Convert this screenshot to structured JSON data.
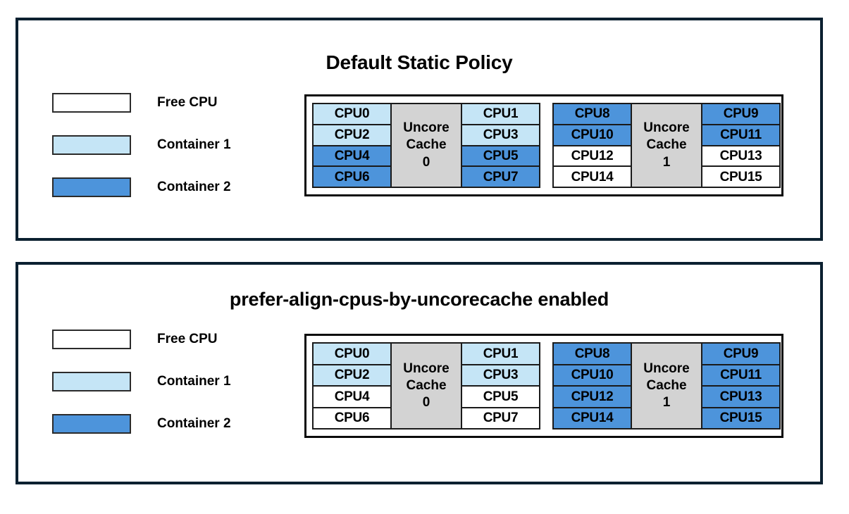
{
  "colors": {
    "free": "#ffffff",
    "container1": "#c5e5f6",
    "container2": "#4d94db",
    "uncore": "#d3d3d3",
    "panel_border": "#0b2030",
    "cell_border": "#1a1a1a",
    "text": "#000000"
  },
  "panels": [
    {
      "id": "default-static-policy",
      "title": "Default Static Policy",
      "legend": {
        "items": [
          {
            "label": "Free CPU",
            "fill": "free"
          },
          {
            "label": "Container 1",
            "fill": "container1"
          },
          {
            "label": "Container 2",
            "fill": "container2"
          }
        ]
      },
      "cache_groups": [
        {
          "uncore_label_line1": "Uncore",
          "uncore_label_line2": "Cache",
          "uncore_label_line3": "0",
          "left_column": [
            {
              "label": "CPU0",
              "fill": "container1"
            },
            {
              "label": "CPU2",
              "fill": "container1"
            },
            {
              "label": "CPU4",
              "fill": "container2"
            },
            {
              "label": "CPU6",
              "fill": "container2"
            }
          ],
          "right_column": [
            {
              "label": "CPU1",
              "fill": "container1"
            },
            {
              "label": "CPU3",
              "fill": "container1"
            },
            {
              "label": "CPU5",
              "fill": "container2"
            },
            {
              "label": "CPU7",
              "fill": "container2"
            }
          ]
        },
        {
          "uncore_label_line1": "Uncore",
          "uncore_label_line2": "Cache",
          "uncore_label_line3": "1",
          "left_column": [
            {
              "label": "CPU8",
              "fill": "container2"
            },
            {
              "label": "CPU10",
              "fill": "container2"
            },
            {
              "label": "CPU12",
              "fill": "free"
            },
            {
              "label": "CPU14",
              "fill": "free"
            }
          ],
          "right_column": [
            {
              "label": "CPU9",
              "fill": "container2"
            },
            {
              "label": "CPU11",
              "fill": "container2"
            },
            {
              "label": "CPU13",
              "fill": "free"
            },
            {
              "label": "CPU15",
              "fill": "free"
            }
          ]
        }
      ]
    },
    {
      "id": "prefer-align-cpus-by-uncorecache-enabled",
      "title": "prefer-align-cpus-by-uncorecache enabled",
      "legend": {
        "items": [
          {
            "label": "Free CPU",
            "fill": "free"
          },
          {
            "label": "Container 1",
            "fill": "container1"
          },
          {
            "label": "Container 2",
            "fill": "container2"
          }
        ]
      },
      "cache_groups": [
        {
          "uncore_label_line1": "Uncore",
          "uncore_label_line2": "Cache",
          "uncore_label_line3": "0",
          "left_column": [
            {
              "label": "CPU0",
              "fill": "container1"
            },
            {
              "label": "CPU2",
              "fill": "container1"
            },
            {
              "label": "CPU4",
              "fill": "free"
            },
            {
              "label": "CPU6",
              "fill": "free"
            }
          ],
          "right_column": [
            {
              "label": "CPU1",
              "fill": "container1"
            },
            {
              "label": "CPU3",
              "fill": "container1"
            },
            {
              "label": "CPU5",
              "fill": "free"
            },
            {
              "label": "CPU7",
              "fill": "free"
            }
          ]
        },
        {
          "uncore_label_line1": "Uncore",
          "uncore_label_line2": "Cache",
          "uncore_label_line3": "1",
          "left_column": [
            {
              "label": "CPU8",
              "fill": "container2"
            },
            {
              "label": "CPU10",
              "fill": "container2"
            },
            {
              "label": "CPU12",
              "fill": "container2"
            },
            {
              "label": "CPU14",
              "fill": "container2"
            }
          ],
          "right_column": [
            {
              "label": "CPU9",
              "fill": "container2"
            },
            {
              "label": "CPU11",
              "fill": "container2"
            },
            {
              "label": "CPU13",
              "fill": "container2"
            },
            {
              "label": "CPU15",
              "fill": "container2"
            }
          ]
        }
      ]
    }
  ]
}
